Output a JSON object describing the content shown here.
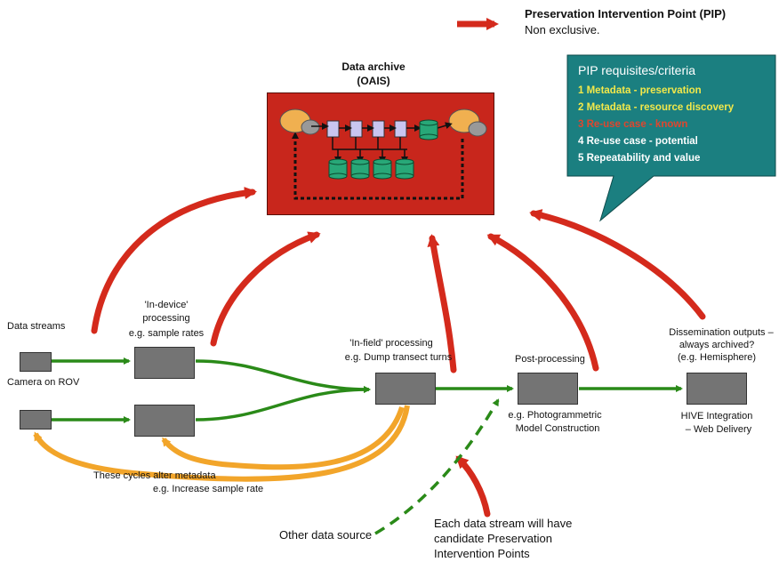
{
  "legend": {
    "title": "Preservation Intervention Point (PIP)",
    "subtitle": "Non exclusive."
  },
  "archive": {
    "title_line1": "Data archive",
    "title_line2": "(OAIS)"
  },
  "criteria": {
    "title": "PIP requisites/criteria",
    "items": [
      {
        "label": "1 Metadata - preservation",
        "color": "#f2e84a"
      },
      {
        "label": "2 Metadata - resource discovery",
        "color": "#f2e84a"
      },
      {
        "label": "3 Re-use case - known",
        "color": "#e0462e"
      },
      {
        "label": "4 Re-use case - potential",
        "color": "#ffffff"
      },
      {
        "label": "5 Repeatability and value",
        "color": "#ffffff"
      }
    ]
  },
  "labels": {
    "data_streams": "Data streams",
    "camera": "Camera on ROV",
    "in_device_1": "'In-device'",
    "in_device_2": "processing",
    "in_device_3": "e.g. sample rates",
    "in_field_1": "'In-field' processing",
    "in_field_2": "e.g. Dump transect turns",
    "post_processing": "Post-processing",
    "photogrammetric_1": "e.g. Photogrammetric",
    "photogrammetric_2": "Model Construction",
    "dissemination_1": "Dissemination outputs –",
    "dissemination_2": "always archived?",
    "dissemination_3": "(e.g. Hemisphere)",
    "hive_1": "HIVE Integration",
    "hive_2": "– Web Delivery",
    "cycles_1": "These cycles alter metadata",
    "cycles_2": "e.g. Increase sample rate",
    "other_source": "Other data source",
    "each_stream_1": "Each data stream will have",
    "each_stream_2": "candidate Preservation",
    "each_stream_3": "Intervention Points"
  },
  "colors": {
    "pip_arrow": "#d42a1c",
    "flow_arrow": "#2a8a18",
    "cycle_arrow": "#f2a52a",
    "archive_fill": "#c8261c",
    "callout_fill": "#1b7f80",
    "process_box": "#747474"
  }
}
